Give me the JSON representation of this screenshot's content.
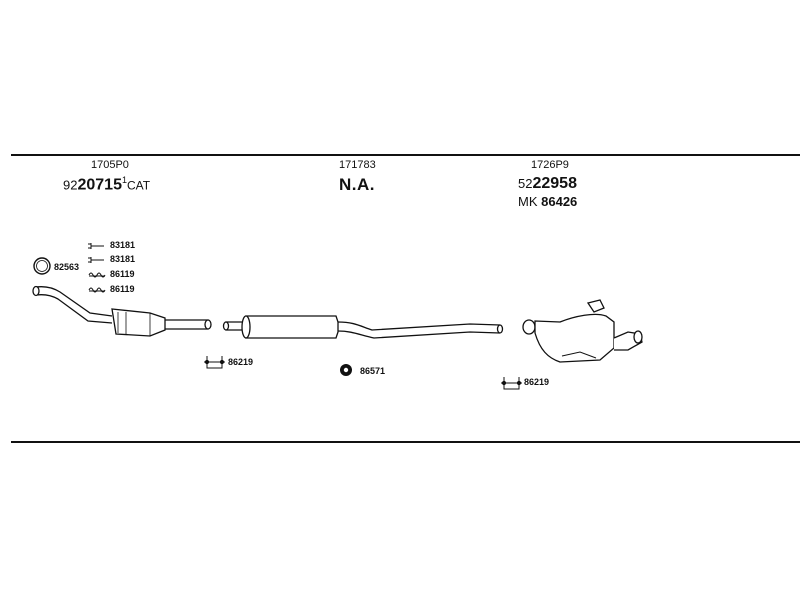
{
  "header_labels": {
    "left_code": "1705P0",
    "mid_code": "171783",
    "right_code": "1726P9"
  },
  "left_part": {
    "prefix": "92",
    "number": "20715",
    "sup": "1",
    "suffix": "CAT"
  },
  "mid_part": {
    "text": "N.A."
  },
  "right_part": {
    "prefix": "52",
    "number": "22958",
    "mk_prefix": "MK",
    "mk_number": "86426"
  },
  "small_parts": {
    "ring": "82563",
    "bolt1": "83181",
    "bolt2": "83181",
    "spring1": "86119",
    "spring2": "86119",
    "clamp_left": "86219",
    "hanger_mid": "86571",
    "clamp_right": "86219"
  }
}
